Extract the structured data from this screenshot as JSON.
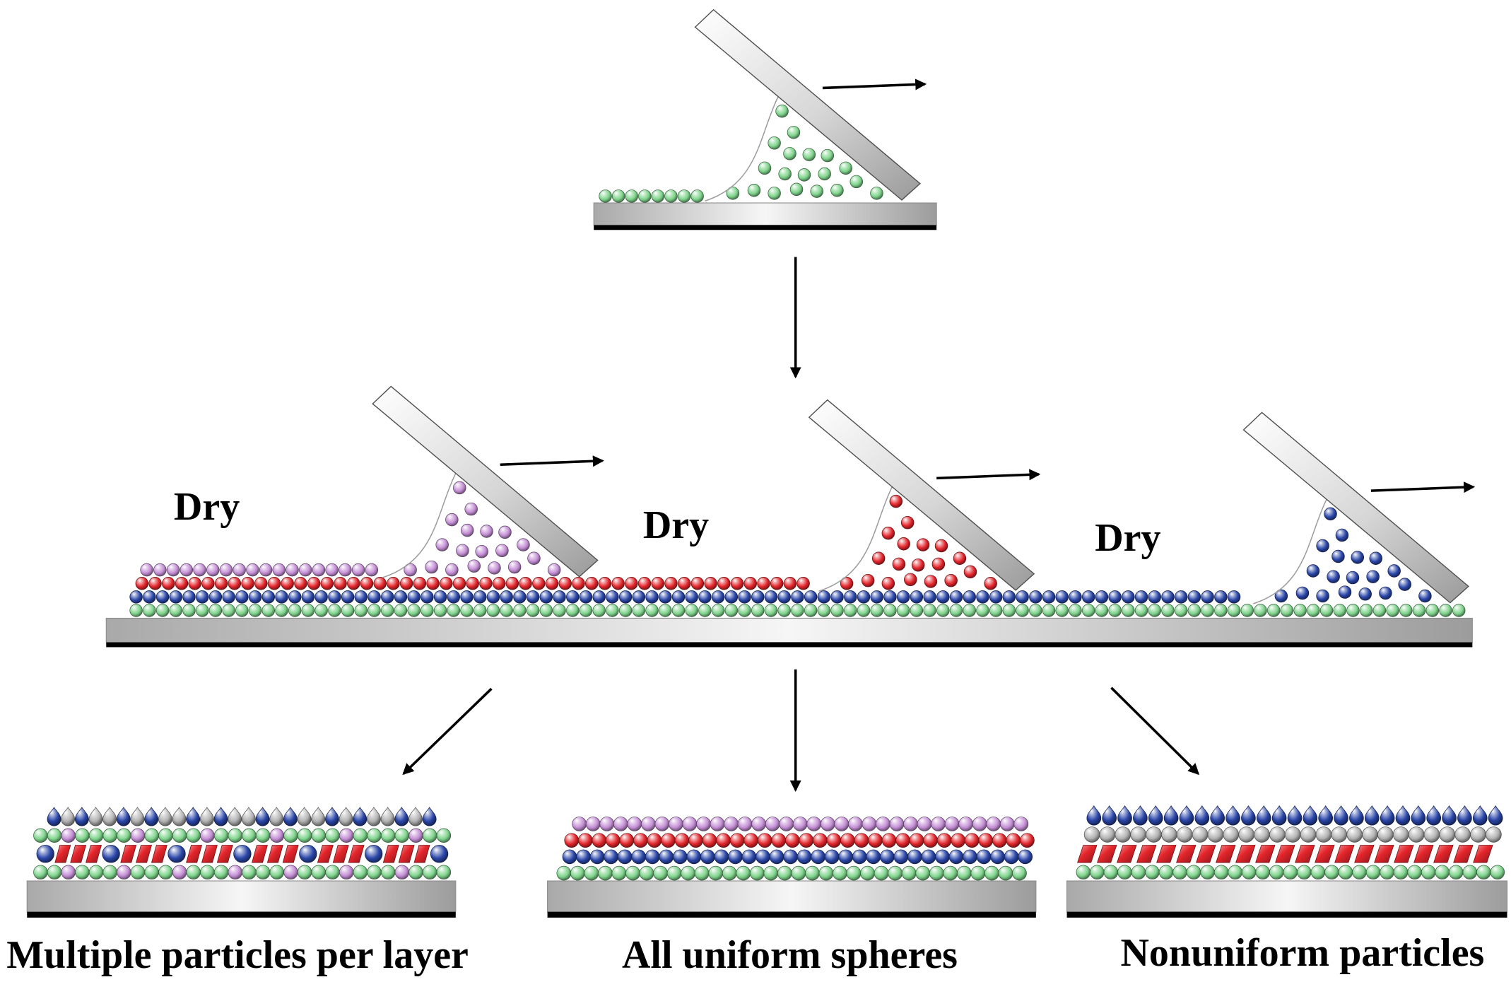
{
  "dry_labels": [
    "Dry",
    "Dry",
    "Dry"
  ],
  "captions": {
    "multiple": "Multiple particles per layer",
    "uniform": "All uniform spheres",
    "nonuniform": "Nonuniform particles"
  },
  "colors": {
    "green_particle": "#7fd48c",
    "blue_particle": "#2a46a8",
    "red_particle": "#e3252b",
    "purple_particle": "#c58fd6",
    "gray_particle": "#b3b3b3",
    "substrate": "#d9d9d9",
    "blade": "#d6d6d6",
    "ink": "#000000"
  }
}
